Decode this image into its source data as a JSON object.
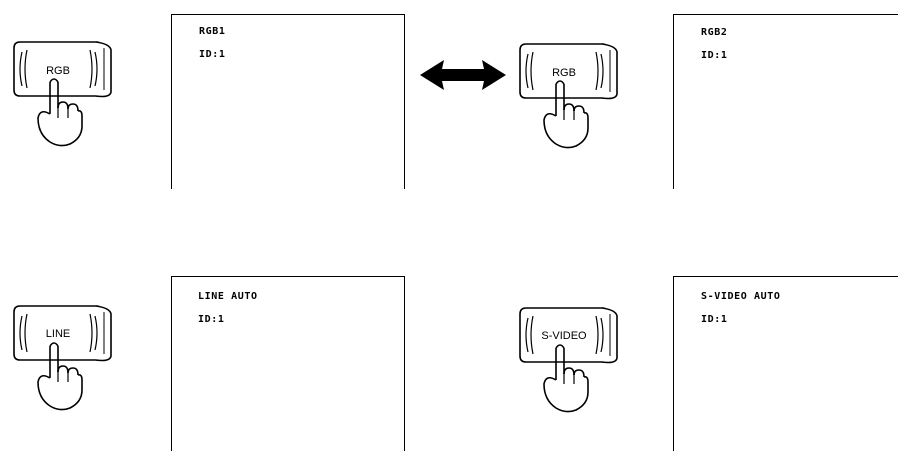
{
  "panels": [
    {
      "button_label": "RGB",
      "osd_line1": "RGB1",
      "osd_line2": "ID:1"
    },
    {
      "button_label": "RGB",
      "osd_line1": "RGB2",
      "osd_line2": "ID:1"
    },
    {
      "button_label": "LINE",
      "osd_line1": "LINE AUTO",
      "osd_line2": "ID:1"
    },
    {
      "button_label": "S-VIDEO",
      "osd_line1": "S-VIDEO AUTO",
      "osd_line2": "ID:1"
    }
  ],
  "icons": {
    "button": "remote-button-icon",
    "hand": "pointing-hand-icon",
    "arrow": "double-headed-arrow-icon"
  },
  "colors": {
    "ink": "#000000",
    "paper": "#ffffff"
  }
}
